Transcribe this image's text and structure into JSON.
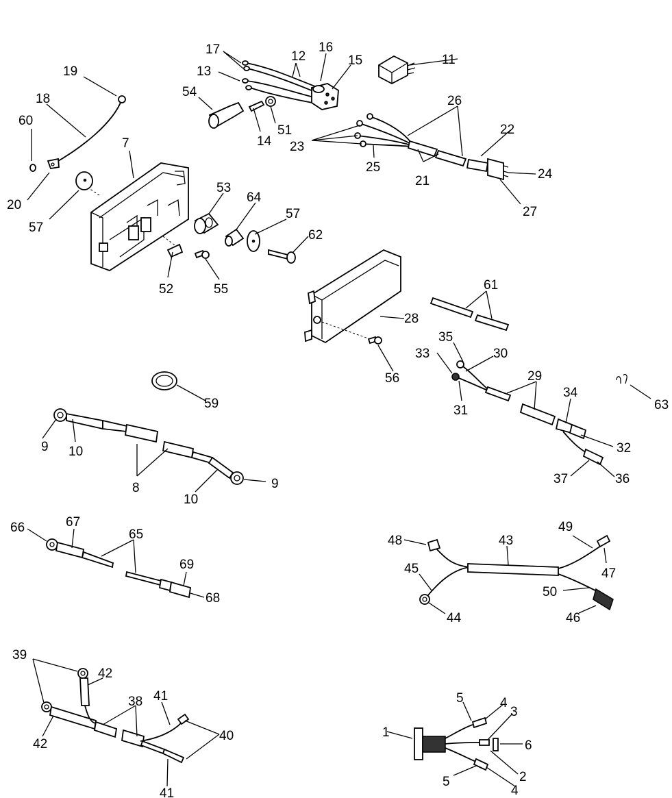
{
  "callouts": [
    {
      "id": "c1",
      "text": "1"
    },
    {
      "id": "c2",
      "text": "2"
    },
    {
      "id": "c3",
      "text": "3"
    },
    {
      "id": "c4a",
      "text": "4"
    },
    {
      "id": "c4b",
      "text": "4"
    },
    {
      "id": "c5a",
      "text": "5"
    },
    {
      "id": "c5b",
      "text": "5"
    },
    {
      "id": "c6",
      "text": "6"
    },
    {
      "id": "c7",
      "text": "7"
    },
    {
      "id": "c8",
      "text": "8"
    },
    {
      "id": "c9a",
      "text": "9"
    },
    {
      "id": "c9b",
      "text": "9"
    },
    {
      "id": "c10a",
      "text": "10"
    },
    {
      "id": "c10b",
      "text": "10"
    },
    {
      "id": "c11",
      "text": "11"
    },
    {
      "id": "c12",
      "text": "12"
    },
    {
      "id": "c13",
      "text": "13"
    },
    {
      "id": "c14",
      "text": "14"
    },
    {
      "id": "c15",
      "text": "15"
    },
    {
      "id": "c16",
      "text": "16"
    },
    {
      "id": "c17",
      "text": "17"
    },
    {
      "id": "c18",
      "text": "18"
    },
    {
      "id": "c19",
      "text": "19"
    },
    {
      "id": "c20",
      "text": "20"
    },
    {
      "id": "c21",
      "text": "21"
    },
    {
      "id": "c22",
      "text": "22"
    },
    {
      "id": "c23",
      "text": "23"
    },
    {
      "id": "c24",
      "text": "24"
    },
    {
      "id": "c25",
      "text": "25"
    },
    {
      "id": "c26",
      "text": "26"
    },
    {
      "id": "c27",
      "text": "27"
    },
    {
      "id": "c28",
      "text": "28"
    },
    {
      "id": "c29",
      "text": "29"
    },
    {
      "id": "c30",
      "text": "30"
    },
    {
      "id": "c31",
      "text": "31"
    },
    {
      "id": "c32",
      "text": "32"
    },
    {
      "id": "c33",
      "text": "33"
    },
    {
      "id": "c34",
      "text": "34"
    },
    {
      "id": "c35",
      "text": "35"
    },
    {
      "id": "c36",
      "text": "36"
    },
    {
      "id": "c37",
      "text": "37"
    },
    {
      "id": "c38",
      "text": "38"
    },
    {
      "id": "c39",
      "text": "39"
    },
    {
      "id": "c40",
      "text": "40"
    },
    {
      "id": "c41a",
      "text": "41"
    },
    {
      "id": "c41b",
      "text": "41"
    },
    {
      "id": "c42a",
      "text": "42"
    },
    {
      "id": "c42b",
      "text": "42"
    },
    {
      "id": "c43",
      "text": "43"
    },
    {
      "id": "c44",
      "text": "44"
    },
    {
      "id": "c45",
      "text": "45"
    },
    {
      "id": "c46",
      "text": "46"
    },
    {
      "id": "c47",
      "text": "47"
    },
    {
      "id": "c48",
      "text": "48"
    },
    {
      "id": "c49",
      "text": "49"
    },
    {
      "id": "c50",
      "text": "50"
    },
    {
      "id": "c51",
      "text": "51"
    },
    {
      "id": "c52",
      "text": "52"
    },
    {
      "id": "c53",
      "text": "53"
    },
    {
      "id": "c54",
      "text": "54"
    },
    {
      "id": "c55",
      "text": "55"
    },
    {
      "id": "c56",
      "text": "56"
    },
    {
      "id": "c57a",
      "text": "57"
    },
    {
      "id": "c57b",
      "text": "57"
    },
    {
      "id": "c59",
      "text": "59"
    },
    {
      "id": "c60",
      "text": "60"
    },
    {
      "id": "c61",
      "text": "61"
    },
    {
      "id": "c62",
      "text": "62"
    },
    {
      "id": "c63",
      "text": "63"
    },
    {
      "id": "c64",
      "text": "64"
    },
    {
      "id": "c65",
      "text": "65"
    },
    {
      "id": "c66",
      "text": "66"
    },
    {
      "id": "c67",
      "text": "67"
    },
    {
      "id": "c68",
      "text": "68"
    },
    {
      "id": "c69",
      "text": "69"
    }
  ]
}
